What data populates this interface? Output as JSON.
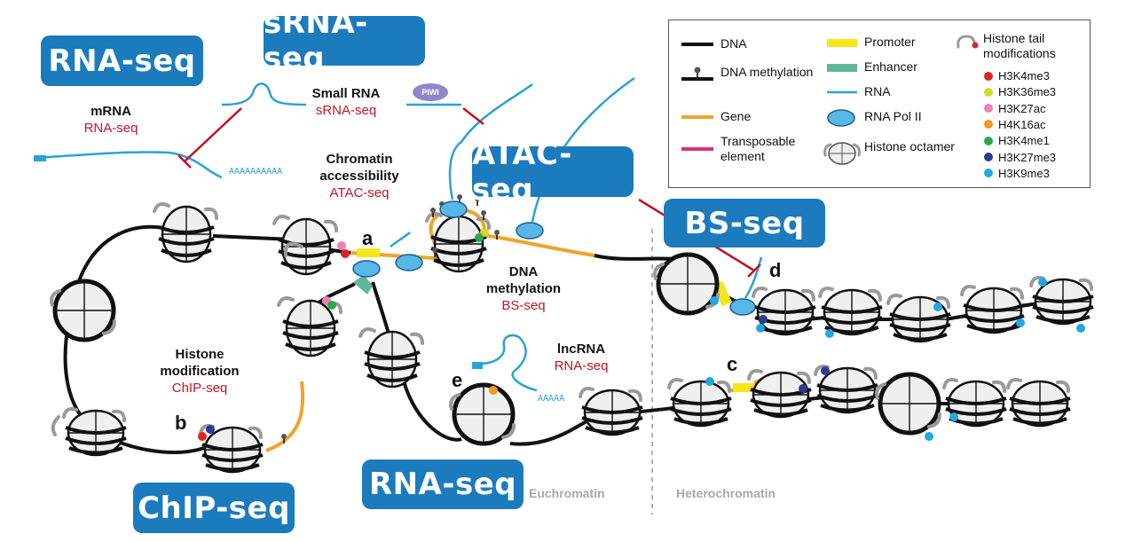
{
  "badges": {
    "rna_seq_top": "RNA-seq",
    "srna_seq": "sRNA-seq",
    "atac_seq": "ATAC-seq",
    "bs_seq": "BS-seq",
    "chip_seq": "ChIP-seq",
    "rna_seq_bottom": "RNA-seq"
  },
  "labels": {
    "mrna": {
      "name": "mRNA",
      "method": "RNA-seq"
    },
    "small_rna": {
      "name": "Small RNA",
      "method": "sRNA-seq"
    },
    "chromatin_accessibility": {
      "name_line1": "Chromatin",
      "name_line2": "accessibility",
      "method": "ATAC-seq"
    },
    "dna_methylation": {
      "name_line1": "DNA",
      "name_line2": "methylation",
      "method": "BS-seq"
    },
    "histone_modification": {
      "name_line1": "Histone",
      "name_line2": "modification",
      "method": "ChIP-seq"
    },
    "lncrna": {
      "name": "lncRNA",
      "method": "RNA-seq"
    }
  },
  "piwi": "PIWI",
  "poly_a": "AAAAAAAAAA",
  "poly_a_short": "AAAAA",
  "letters": {
    "a": "a",
    "b": "b",
    "c": "c",
    "d": "d",
    "e": "e"
  },
  "regions": {
    "euchromatin": "Euchromatin",
    "heterochromatin": "Heterochromatin"
  },
  "legend": {
    "items": [
      {
        "symbol": "dna-line",
        "label": "DNA"
      },
      {
        "symbol": "dna-methylation",
        "label": "DNA methylation"
      },
      {
        "symbol": "gene-line",
        "label": "Gene"
      },
      {
        "symbol": "transposable-element",
        "label": "Transposable element"
      },
      {
        "symbol": "promoter",
        "label": "Promoter"
      },
      {
        "symbol": "enhancer",
        "label": "Enhancer"
      },
      {
        "symbol": "rna-line",
        "label": "RNA"
      },
      {
        "symbol": "rna-pol-ii",
        "label": "RNA Pol II"
      },
      {
        "symbol": "histone-octamer",
        "label": "Histone octamer"
      },
      {
        "symbol": "histone-tail",
        "label": "Histone tail modifications"
      }
    ],
    "modifications": [
      {
        "label": "H3K4me3",
        "color": "#e02424"
      },
      {
        "label": "H3K36me3",
        "color": "#d8d82a"
      },
      {
        "label": "H3K27ac",
        "color": "#ee7fb6"
      },
      {
        "label": "H4K16ac",
        "color": "#f19a1e"
      },
      {
        "label": "H3K4me1",
        "color": "#2ba84a"
      },
      {
        "label": "H3K27me3",
        "color": "#2e3c90"
      },
      {
        "label": "H3K9me3",
        "color": "#22a7e0"
      }
    ]
  },
  "colors": {
    "dna": "#111111",
    "gene": "#f2a32b",
    "promoter": "#f5e51c",
    "enhancer": "#5db89a",
    "transposable_element": "#d6317f",
    "rna": "#2aa1d8",
    "pol_ii": "#57b7e6",
    "inhibition": "#c5121f",
    "badge": "#1b7bbd"
  }
}
